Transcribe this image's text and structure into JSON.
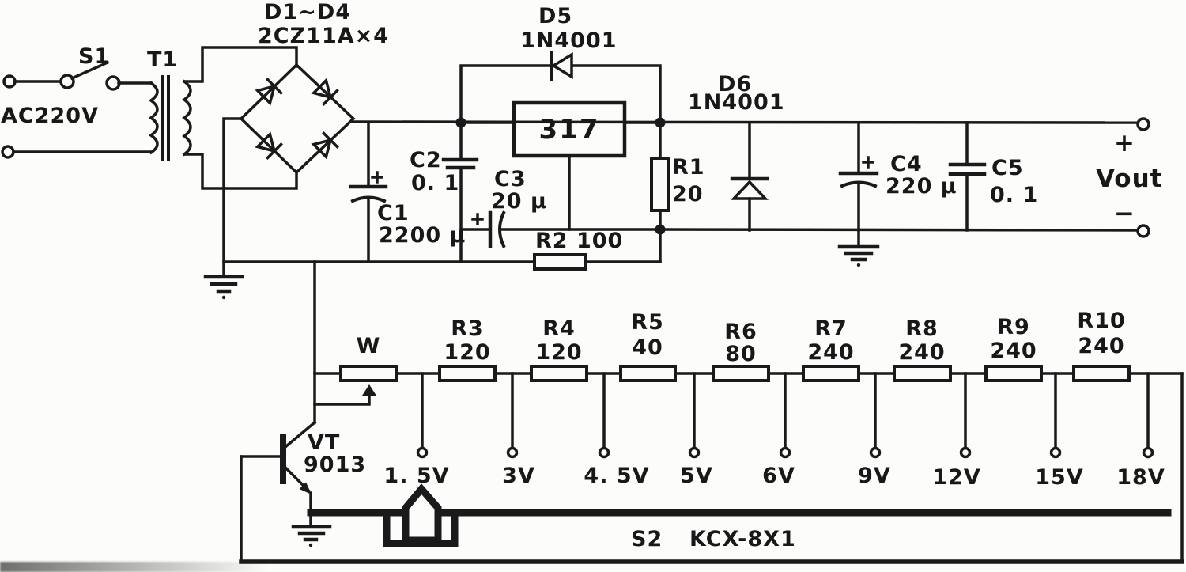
{
  "labels": {
    "ac_input": "AC220V",
    "switch1": "S1",
    "transformer": "T1",
    "bridge": {
      "name": "D1~D4",
      "type": "2CZ11A×4"
    },
    "d5": {
      "name": "D5",
      "type": "1N4001"
    },
    "d6": {
      "name": "D6",
      "type": "1N4001"
    },
    "regulator": "317",
    "c1": {
      "name": "C1",
      "value": "2200 μ"
    },
    "c2": {
      "name": "C2",
      "value": "0. 1"
    },
    "c3": {
      "name": "C3",
      "value": "20 μ"
    },
    "c4": {
      "name": "C4",
      "value": "220 μ"
    },
    "c5": {
      "name": "C5",
      "value": "0. 1"
    },
    "r1": {
      "name": "R1",
      "value": "20"
    },
    "r2": "R2 100",
    "potentiometer": "W",
    "transistor": {
      "name": "VT",
      "type": "9013"
    },
    "output": {
      "plus": "+",
      "vout": "Vout",
      "minus": "−"
    },
    "switch2": {
      "name": "S2",
      "type": "KCX-8X1"
    }
  },
  "divider_resistors": [
    {
      "name": "R3",
      "value": "120"
    },
    {
      "name": "R4",
      "value": "120"
    },
    {
      "name": "R5",
      "value": "40"
    },
    {
      "name": "R6",
      "value": "80"
    },
    {
      "name": "R7",
      "value": "240"
    },
    {
      "name": "R8",
      "value": "240"
    },
    {
      "name": "R9",
      "value": "240"
    },
    {
      "name": "R10",
      "value": "240"
    }
  ],
  "voltage_taps": [
    "1. 5V",
    "3V",
    "4. 5V",
    "5V",
    "6V",
    "9V",
    "12V",
    "15V",
    "18V"
  ]
}
